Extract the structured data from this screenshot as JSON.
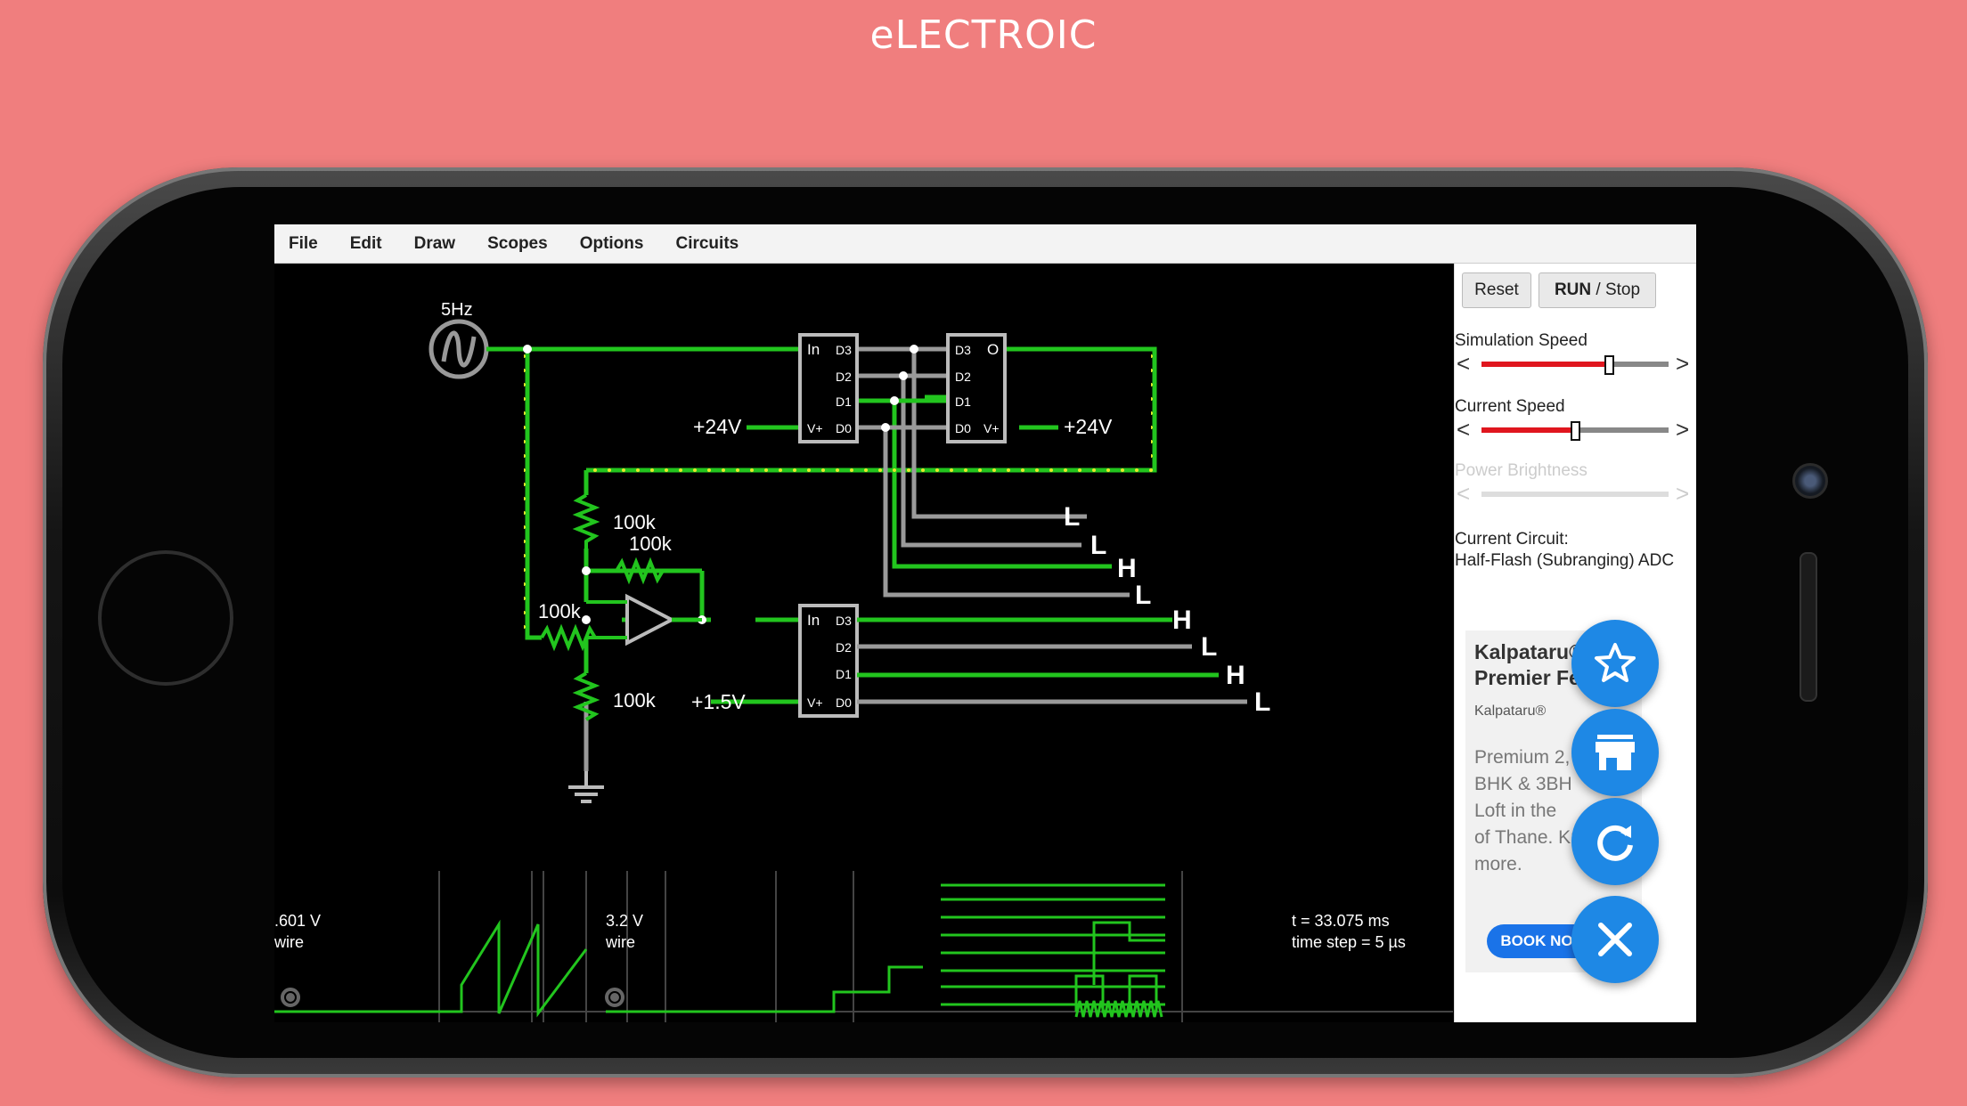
{
  "page_title": "eLECTROIC",
  "menu": [
    "File",
    "Edit",
    "Draw",
    "Scopes",
    "Options",
    "Circuits"
  ],
  "sidebar": {
    "reset_label": "Reset",
    "run_label_bold": "RUN",
    "run_label_rest": " / Stop",
    "sim_speed_label": "Simulation Speed",
    "sim_speed_level": 0.68,
    "current_speed_label": "Current Speed",
    "current_speed_level": 0.5,
    "power_brightness_label": "Power Brightness",
    "current_circuit_label": "Current Circuit:",
    "current_circuit_name": "Half-Flash (Subranging) ADC"
  },
  "ad": {
    "title_line1": "Kalpataru®",
    "title_line2": "Premier Fe",
    "brand": "Kalpataru®",
    "desc_lines": [
      "Premium 2, 3",
      "BHK & 3BH",
      "Loft in the",
      "of Thane. Kn",
      "more."
    ],
    "cta": "BOOK NOW"
  },
  "fab_icons": [
    "star-icon",
    "store-icon",
    "refresh-icon",
    "close-icon"
  ],
  "circuit": {
    "source_label": "5Hz",
    "v_plus_24_left": "+24V",
    "v_plus_24_right": "+24V",
    "v_plus_1_5": "+1.5V",
    "r1": "100k",
    "r2": "100k",
    "r3": "100k",
    "r4": "100k",
    "adc1_pins": [
      "In",
      "D3",
      "D2",
      "D1",
      "V+",
      "D0"
    ],
    "adc2_pins": [
      "D3",
      "O",
      "D2",
      "D1",
      "D0",
      "V+"
    ],
    "adc3_pins": [
      "In",
      "D3",
      "D2",
      "D1",
      "V+",
      "D0"
    ],
    "outputs": [
      "L",
      "L",
      "H",
      "L",
      "H",
      "L",
      "H",
      "L"
    ]
  },
  "scopes": {
    "scope1_value": ".601 V",
    "scope1_sub": "wire",
    "scope2_value": "3.2 V",
    "scope2_sub": "wire",
    "time_line1": "t = 33.075 ms",
    "time_line2": "time step = 5 µs"
  },
  "colors": {
    "background": "#f07e7e",
    "wire_active": "#22c51e",
    "wire_idle": "#9a9a9a",
    "slider_fill": "#e0161e",
    "fab": "#1e88e5"
  }
}
